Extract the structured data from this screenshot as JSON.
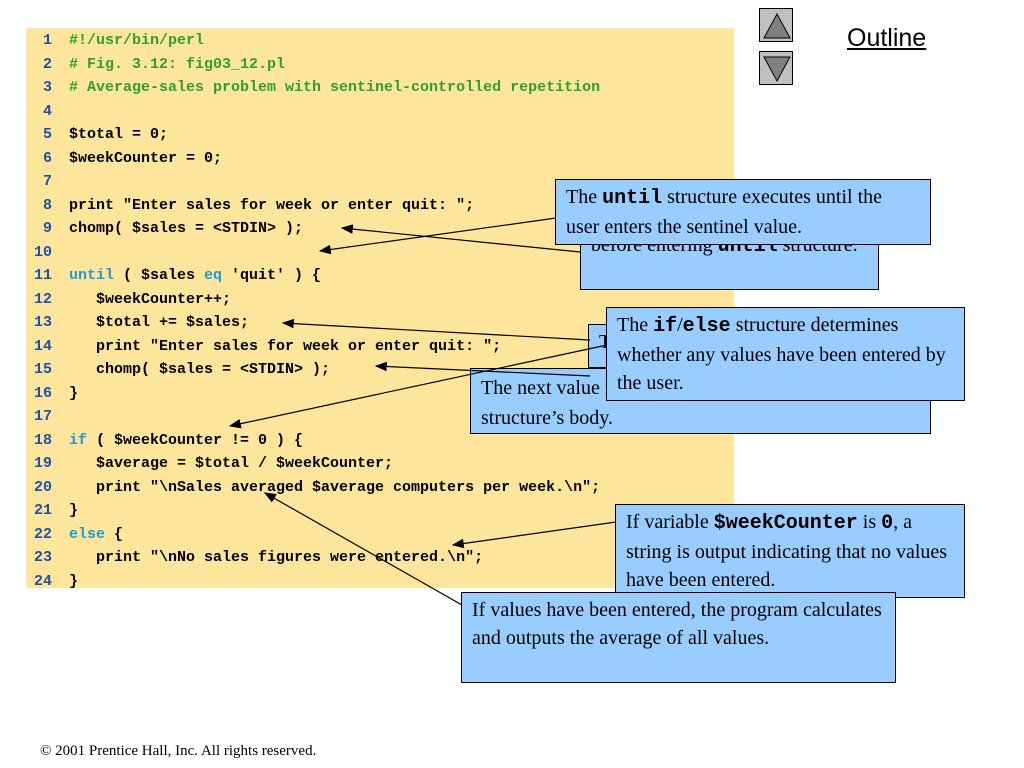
{
  "outline_label": "Outline",
  "nav": {
    "up_icon": "triangle-up-icon",
    "down_icon": "triangle-down-icon"
  },
  "code_lines": [
    {
      "n": "1",
      "parts": [
        {
          "t": "#!/usr/bin/perl",
          "c": "green"
        }
      ]
    },
    {
      "n": "2",
      "parts": [
        {
          "t": "# Fig. 3.12: fig03_12.pl",
          "c": "green"
        }
      ]
    },
    {
      "n": "3",
      "parts": [
        {
          "t": "# Average-sales problem with sentinel-controlled repetition",
          "c": "green"
        }
      ]
    },
    {
      "n": "4",
      "parts": []
    },
    {
      "n": "5",
      "parts": [
        {
          "t": "$total = 0;",
          "c": ""
        }
      ]
    },
    {
      "n": "6",
      "parts": [
        {
          "t": "$weekCounter = 0;",
          "c": ""
        }
      ]
    },
    {
      "n": "7",
      "parts": []
    },
    {
      "n": "8",
      "parts": [
        {
          "t": "print \"Enter sales for week or enter quit: \";",
          "c": ""
        }
      ]
    },
    {
      "n": "9",
      "parts": [
        {
          "t": "chomp( $sales = <STDIN> );",
          "c": ""
        }
      ]
    },
    {
      "n": "10",
      "parts": []
    },
    {
      "n": "11",
      "parts": [
        {
          "t": "until",
          "c": "kw"
        },
        {
          "t": " ( $sales ",
          "c": ""
        },
        {
          "t": "eq",
          "c": "kw"
        },
        {
          "t": " 'quit' ) {",
          "c": ""
        }
      ]
    },
    {
      "n": "12",
      "parts": [
        {
          "t": "   $weekCounter++;",
          "c": ""
        }
      ]
    },
    {
      "n": "13",
      "parts": [
        {
          "t": "   $total += $sales;",
          "c": ""
        }
      ]
    },
    {
      "n": "14",
      "parts": [
        {
          "t": "   print \"Enter sales for week or enter quit: \";",
          "c": ""
        }
      ]
    },
    {
      "n": "15",
      "parts": [
        {
          "t": "   chomp( $sales = <STDIN> );",
          "c": ""
        }
      ]
    },
    {
      "n": "16",
      "parts": [
        {
          "t": "}",
          "c": ""
        }
      ]
    },
    {
      "n": "17",
      "parts": []
    },
    {
      "n": "18",
      "parts": [
        {
          "t": "if",
          "c": "kw"
        },
        {
          "t": " ( $weekCounter != 0 ) {",
          "c": ""
        }
      ]
    },
    {
      "n": "19",
      "parts": [
        {
          "t": "   $average = $total / $weekCounter;",
          "c": ""
        }
      ]
    },
    {
      "n": "20",
      "parts": [
        {
          "t": "   print \"\\nSales averaged $average computers per week.\\n\";",
          "c": ""
        }
      ]
    },
    {
      "n": "21",
      "parts": [
        {
          "t": "}",
          "c": ""
        }
      ]
    },
    {
      "n": "22",
      "parts": [
        {
          "t": "else",
          "c": "kw"
        },
        {
          "t": " {",
          "c": ""
        }
      ]
    },
    {
      "n": "23",
      "parts": [
        {
          "t": "   print \"\\nNo sales figures were entered.\\n\";",
          "c": ""
        }
      ]
    },
    {
      "n": "24",
      "parts": [
        {
          "t": "}",
          "c": ""
        }
      ]
    }
  ],
  "callouts": {
    "first_value": [
      {
        "t": "before entering "
      },
      {
        "t": "until",
        "m": true
      },
      {
        "t": " structure."
      }
    ],
    "next_value": [
      {
        "t": "The next value is read at the end of the "
      },
      {
        "t": "until",
        "m": true
      },
      {
        "t": " structure’s body."
      }
    ],
    "small_hidden": [
      {
        "t": "The"
      }
    ],
    "until_desc": [
      {
        "t": "The "
      },
      {
        "t": "until",
        "m": true
      },
      {
        "t": " structure executes until the user enters the sentinel value."
      }
    ],
    "ifelse_desc": [
      {
        "t": "The "
      },
      {
        "t": "if",
        "m": true
      },
      {
        "t": "/"
      },
      {
        "t": "else",
        "m": true
      },
      {
        "t": " structure determines whether any values have been entered by the user."
      }
    ],
    "zero_desc": [
      {
        "t": "If variable "
      },
      {
        "t": "$weekCounter",
        "m": true
      },
      {
        "t": " is "
      },
      {
        "t": "0",
        "m": true
      },
      {
        "t": ", a string is output indicating that no values have been entered."
      }
    ],
    "average_desc": [
      {
        "t": "If values have been entered, the program calculates and outputs the average of all values."
      }
    ]
  },
  "copyright": "© 2001 Prentice Hall, Inc.  All rights reserved."
}
